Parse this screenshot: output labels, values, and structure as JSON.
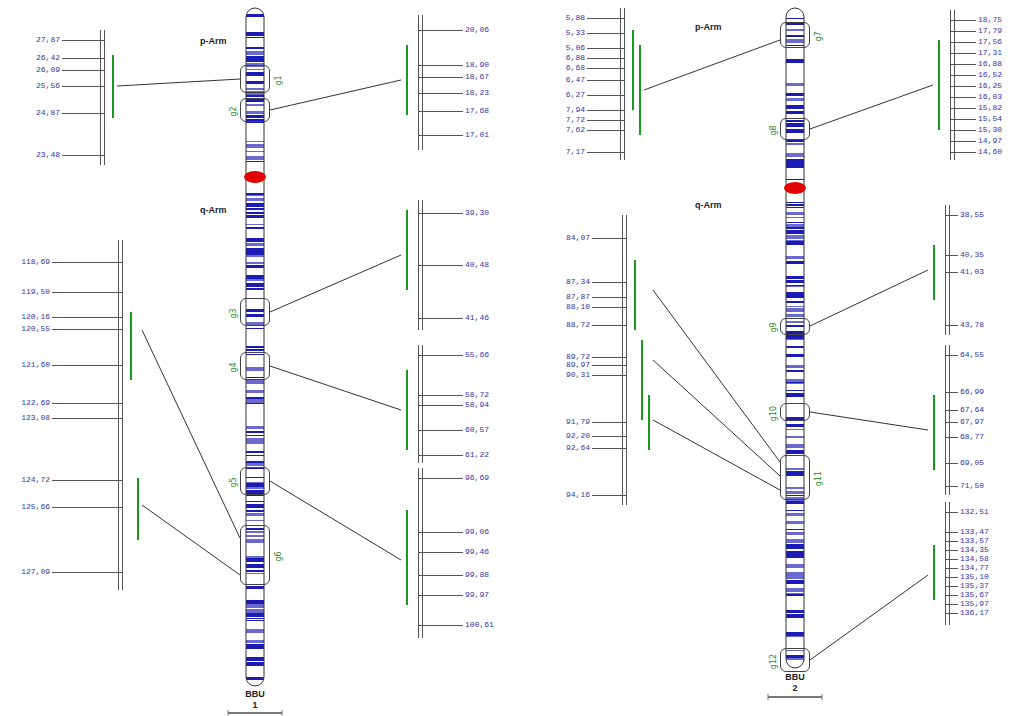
{
  "diagram": {
    "nodes": [
      {
        "text": [
          "g1"
        ]
      },
      {
        "text": [
          "g2"
        ]
      },
      {
        "text": [
          "g3"
        ]
      },
      {
        "text": [
          "g4"
        ]
      },
      {
        "text": [
          "g5"
        ]
      },
      {
        "text": [
          "g6"
        ]
      },
      {
        "text": [
          "27,87",
          "26,42",
          "26,09",
          "25,56",
          "24,87",
          "23,48"
        ]
      },
      {
        "text": [
          "20,06",
          "18,90",
          "18,67",
          "18,23",
          "17,68",
          "17,01"
        ]
      },
      {
        "text": [
          "39,30",
          "40,48",
          "41,46"
        ]
      },
      {
        "text": [
          "55,66",
          "58,72",
          "58,94",
          "60,57",
          "61,22"
        ]
      },
      {
        "text": [
          "96,69",
          "99,06",
          "99,46",
          "99,88",
          "99,97",
          "100,61"
        ]
      },
      {
        "text": [
          "118,69",
          "119,50",
          "120,16",
          "120,55",
          "121,60",
          "122,69",
          "123,08",
          "124,72",
          "125,66",
          "127,09"
        ]
      },
      {
        "text": [
          "g7"
        ]
      },
      {
        "text": [
          "g8"
        ]
      },
      {
        "text": [
          "g9"
        ]
      },
      {
        "text": [
          "g10"
        ]
      },
      {
        "text": [
          "g11"
        ]
      },
      {
        "text": [
          "g12"
        ]
      },
      {
        "text": [
          "5,88",
          "5,33",
          "5,06",
          "6,88",
          "6,68",
          "6,47",
          "6,27",
          "7,94",
          "7,72",
          "7,62",
          "7,17"
        ]
      },
      {
        "text": [
          "18,75",
          "17,79",
          "17,56",
          "17,31",
          "16,88",
          "16,52",
          "16,25",
          "16,03",
          "15,82",
          "15,54",
          "15,30",
          "14,97",
          "14,60"
        ]
      },
      {
        "text": [
          "38,55",
          "40,35",
          "41,03",
          "43,78"
        ]
      },
      {
        "text": [
          "64,55",
          "66,99",
          "67,64",
          "67,97",
          "68,77",
          "69,05",
          "71,50"
        ]
      },
      {
        "text": [
          "84,07",
          "87,34",
          "87,87",
          "88,10",
          "88,72",
          "89,72",
          "89,97",
          "90,31",
          "91,79",
          "92,20",
          "92,64",
          "94,16"
        ]
      },
      {
        "text": [
          "132,51",
          "133,47",
          "133,57",
          "134,35",
          "134,58",
          "134,77",
          "135,10",
          "135,37",
          "135,67",
          "135,97",
          "136,17"
        ]
      }
    ],
    "edges": [
      {
        "from": 6,
        "to": 0,
        "arrow": "none"
      },
      {
        "from": 7,
        "to": 1,
        "arrow": "none"
      },
      {
        "from": 8,
        "to": 2,
        "arrow": "none"
      },
      {
        "from": 9,
        "to": 3,
        "arrow": "none"
      },
      {
        "from": 10,
        "to": 4,
        "arrow": "none"
      },
      {
        "from": 11,
        "to": 5,
        "arrow": "none"
      },
      {
        "from": 11,
        "to": 5,
        "arrow": "none"
      },
      {
        "from": 18,
        "to": 12,
        "arrow": "none"
      },
      {
        "from": 19,
        "to": 13,
        "arrow": "none"
      },
      {
        "from": 20,
        "to": 14,
        "arrow": "none"
      },
      {
        "from": 21,
        "to": 15,
        "arrow": "none"
      },
      {
        "from": 22,
        "to": 16,
        "arrow": "none"
      },
      {
        "from": 22,
        "to": 16,
        "arrow": "none"
      },
      {
        "from": 22,
        "to": 16,
        "arrow": "none"
      },
      {
        "from": 23,
        "to": 17,
        "arrow": "none"
      }
    ],
    "labels": [
      "p-Arm",
      "q-Arm",
      "BBU",
      "1",
      "p-Arm",
      "q-Arm",
      "BBU",
      "2"
    ]
  }
}
